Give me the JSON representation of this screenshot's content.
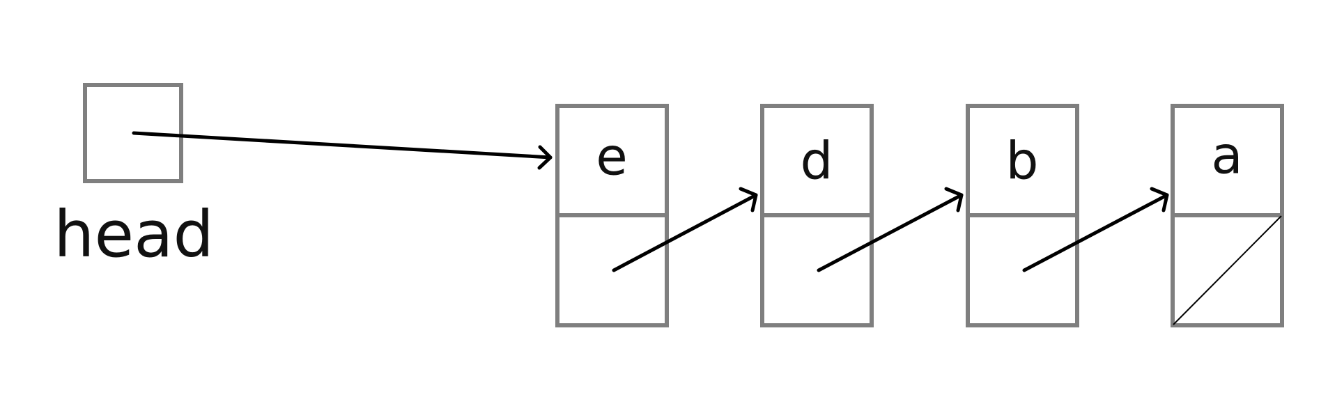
{
  "head": {
    "label": "head"
  },
  "nodes": [
    {
      "value": "e"
    },
    {
      "value": "d"
    },
    {
      "value": "b"
    },
    {
      "value": "a"
    }
  ],
  "colors": {
    "box_stroke": "#7f7f7f",
    "arrow": "#000000",
    "text": "#111111"
  }
}
